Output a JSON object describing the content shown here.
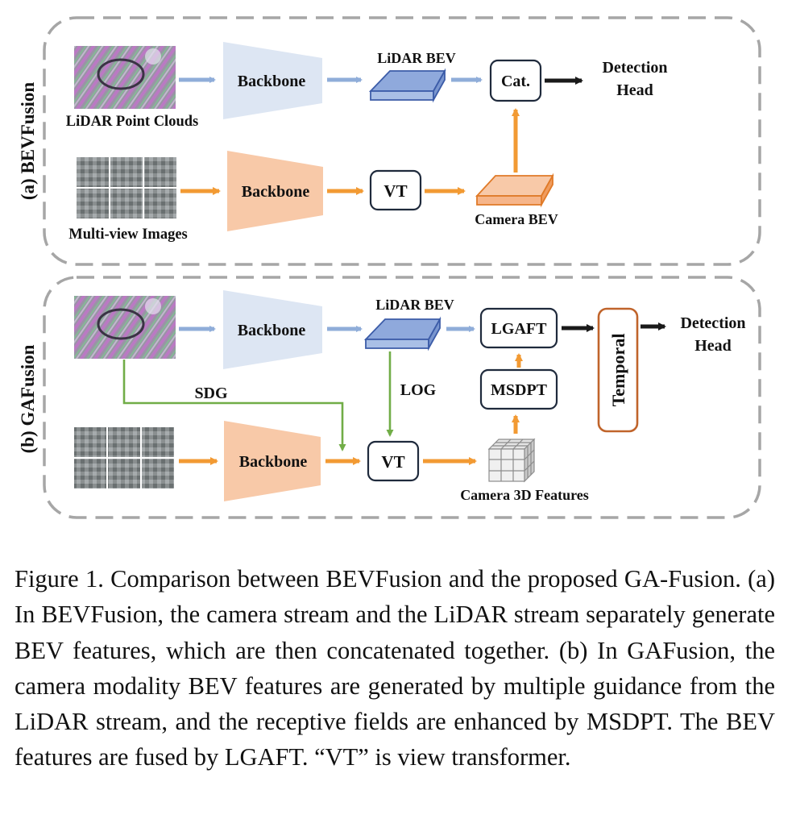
{
  "panel_a": {
    "title": "(a) BEVFusion",
    "lidar_label": "LiDAR Point Clouds",
    "images_label": "Multi-view Images",
    "backbone_top": "Backbone",
    "backbone_bottom": "Backbone",
    "lidar_bev": "LiDAR BEV",
    "vt": "VT",
    "camera_bev": "Camera BEV",
    "cat": "Cat.",
    "detection_head_line1": "Detection",
    "detection_head_line2": "Head"
  },
  "panel_b": {
    "title": "(b) GAFusion",
    "backbone_top": "Backbone",
    "backbone_bottom": "Backbone",
    "lidar_bev": "LiDAR BEV",
    "sdg": "SDG",
    "log": "LOG",
    "vt": "VT",
    "camera_3d": "Camera 3D Features",
    "msdpt": "MSDPT",
    "lgaft": "LGAFT",
    "temporal": "Temporal",
    "detection_head_line1": "Detection",
    "detection_head_line2": "Head"
  },
  "colors": {
    "lidar_blue": "#8fadd9",
    "lidar_blue_fill": "#dde6f3",
    "camera_orange": "#f29a33",
    "camera_orange_fill": "#f8c9a8",
    "guide_green": "#71ad47",
    "temporal_border": "#c0642b",
    "dark": "#1f2a3c"
  },
  "caption": "Figure 1. Comparison between BEVFusion and the proposed GA-Fusion. (a) In BEVFusion, the camera stream and the LiDAR stream separately generate BEV features, which are then concatenated together. (b) In GAFusion, the camera modality BEV features are generated by multiple guidance from the LiDAR stream, and the receptive fields are enhanced by MSDPT. The BEV features are fused by LGAFT. “VT” is view transformer."
}
